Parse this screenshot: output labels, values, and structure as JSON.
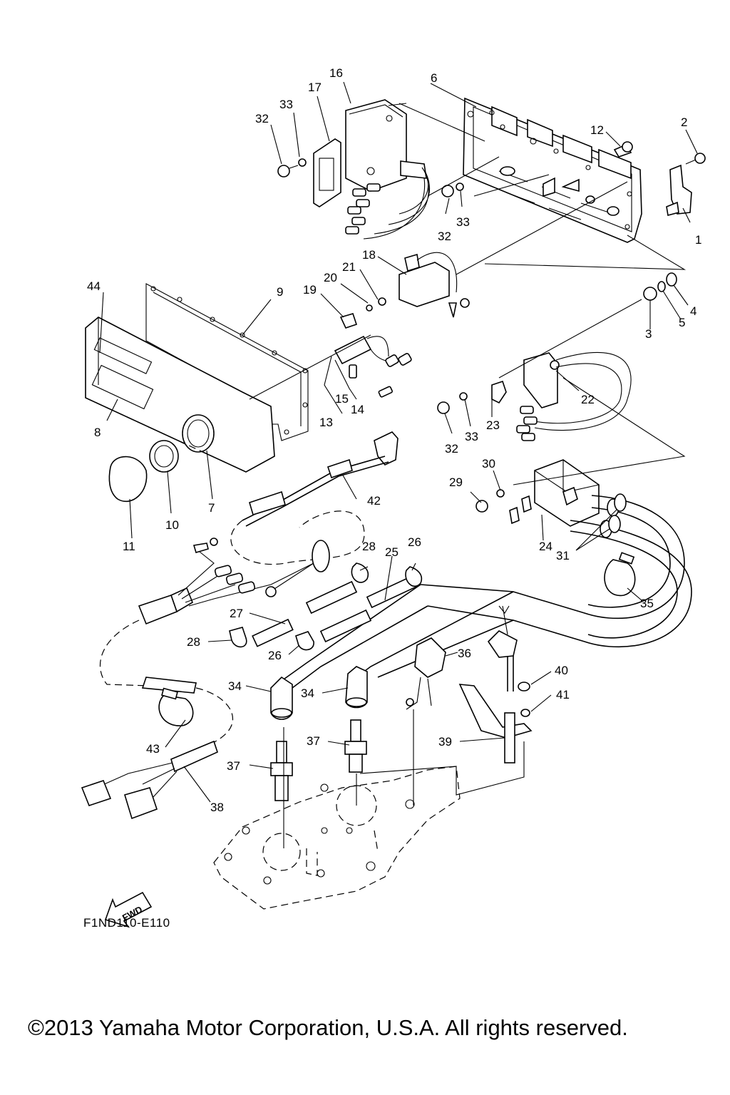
{
  "diagram": {
    "part_numbers": [
      "1",
      "2",
      "3",
      "4",
      "5",
      "6",
      "7",
      "8",
      "9",
      "10",
      "11",
      "12",
      "13",
      "14",
      "15",
      "16",
      "17",
      "18",
      "19",
      "20",
      "21",
      "22",
      "23",
      "24",
      "25",
      "26",
      "27",
      "28",
      "29",
      "30",
      "31",
      "32",
      "33",
      "34",
      "35",
      "36",
      "37",
      "38",
      "39",
      "40",
      "41",
      "42",
      "43",
      "44"
    ],
    "direction_marker": "FWD",
    "drawing_code": "F1ND110-E110"
  },
  "footer": {
    "copyright": "©2013 Yamaha Motor Corporation, U.S.A. All rights reserved."
  }
}
